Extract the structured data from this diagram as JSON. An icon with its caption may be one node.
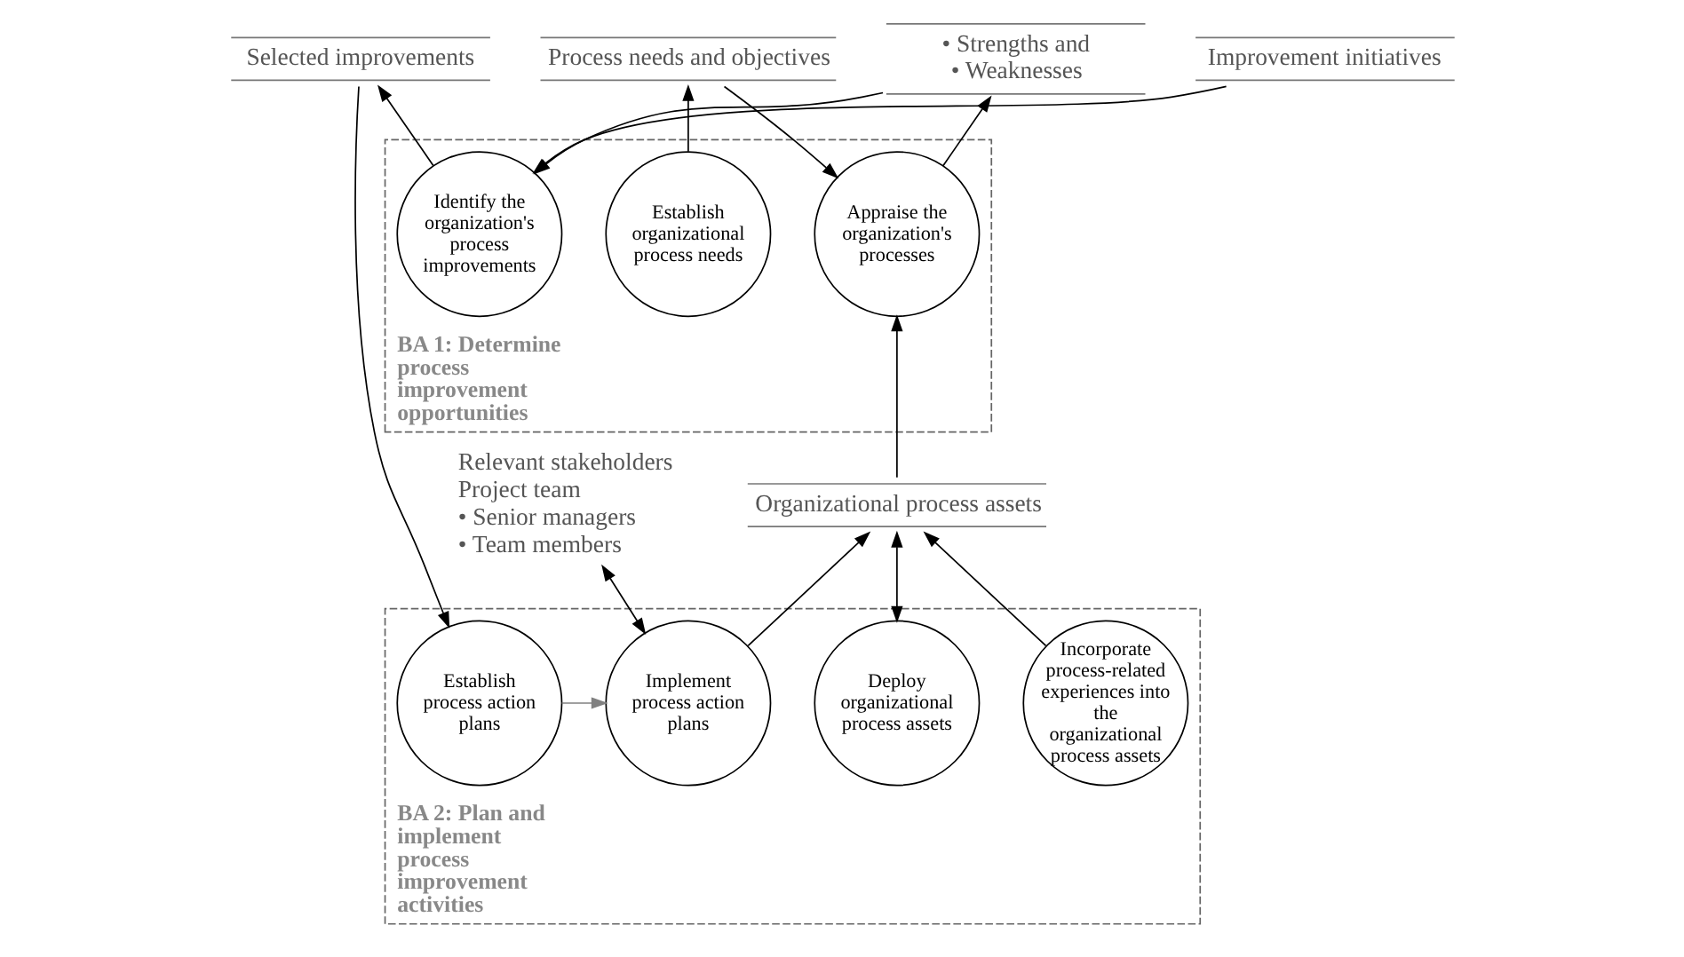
{
  "diagram": {
    "nodes": [
      {
        "text": [
          "BA 1: Determine process improvement opportunities"
        ]
      },
      {
        "text": [
          "Establish organizational process needs"
        ],
        "in": 0
      },
      {
        "text": [
          "Appraise the organization's processes"
        ],
        "in": 0
      },
      {
        "text": [
          "Identify the organization's process improvements"
        ],
        "in": 0
      },
      {
        "text": [
          "Process needs and objectives"
        ]
      },
      {
        "text": [
          "• Strengths and",
          "• Weaknesses"
        ]
      },
      {
        "text": [
          "Improvement initiatives"
        ]
      },
      {
        "text": [
          "Selected improvements"
        ]
      },
      {
        "text": [
          "Relevant stakeholders",
          "Project team",
          "• Senior managers",
          "• Team members"
        ]
      },
      {
        "text": [
          "Organizational process assets"
        ]
      },
      {
        "text": [
          "BA 2: Plan and implement process improvement activities"
        ]
      },
      {
        "text": [
          "Incorporate process-related experiences into the organizational process assets"
        ],
        "in": 10
      },
      {
        "text": [
          "Deploy organizational process assets"
        ],
        "in": 10
      },
      {
        "text": [
          "Implement process action plans"
        ],
        "in": 10
      },
      {
        "text": [
          "Establish process action plans"
        ],
        "in": 10
      }
    ],
    "edges": [
      {
        "from": 1,
        "to": 4,
        "arrow": "to"
      },
      {
        "from": 4,
        "to": 2,
        "arrow": "to"
      },
      {
        "from": 2,
        "to": 5,
        "arrow": "to"
      },
      {
        "from": 5,
        "to": 3,
        "arrow": "to"
      },
      {
        "from": 6,
        "to": 3,
        "arrow": "to"
      },
      {
        "from": 3,
        "to": 7,
        "arrow": "to"
      },
      {
        "from": 7,
        "to": 14,
        "arrow": "to"
      },
      {
        "from": 9,
        "to": 2,
        "arrow": "to"
      },
      {
        "from": 11,
        "to": 9,
        "arrow": "to"
      },
      {
        "from": 12,
        "to": 9,
        "arrow": "both"
      },
      {
        "from": 13,
        "to": 9,
        "arrow": "to"
      },
      {
        "from": 8,
        "to": 13,
        "arrow": "both"
      },
      {
        "from": 14,
        "to": 13,
        "arrow": "to",
        "color": "#808080"
      }
    ]
  }
}
